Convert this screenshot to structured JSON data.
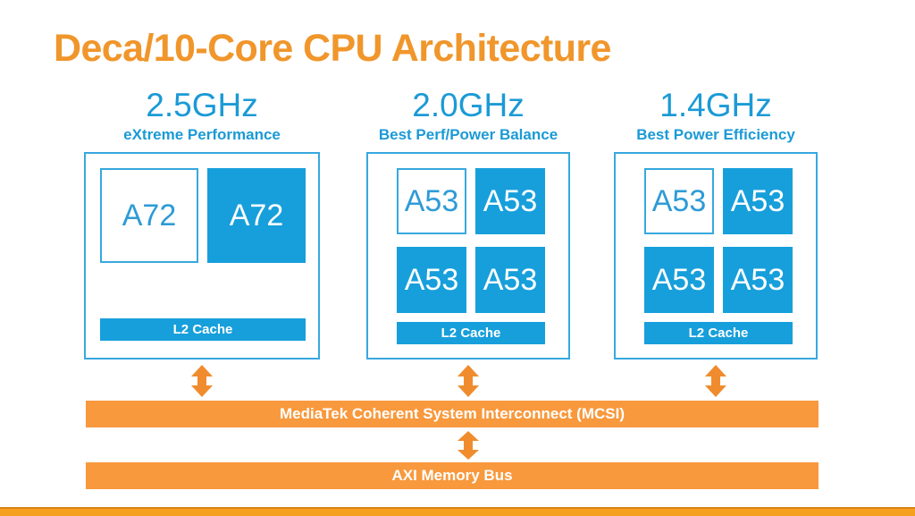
{
  "slide": {
    "title": "Deca/10-Core CPU Architecture",
    "colors": {
      "title_orange": "#F0962B",
      "core_blue": "#179FDB",
      "outline_blue": "#37A8DF",
      "heading_blue": "#1B9AD6",
      "bus_orange": "#F8993D",
      "stripe_orange": "#F5A11F",
      "background": "#FFFFFF"
    }
  },
  "clusters": [
    {
      "frequency": "2.5GHz",
      "subtitle": "eXtreme Performance",
      "cores": [
        {
          "label": "A72",
          "style": "outline"
        },
        {
          "label": "A72",
          "style": "filled"
        }
      ],
      "cache": "L2 Cache",
      "arrow_to_bus": "double-arrow-vertical"
    },
    {
      "frequency": "2.0GHz",
      "subtitle": "Best Perf/Power Balance",
      "cores": [
        {
          "label": "A53",
          "style": "outline"
        },
        {
          "label": "A53",
          "style": "filled"
        },
        {
          "label": "A53",
          "style": "filled"
        },
        {
          "label": "A53",
          "style": "filled"
        }
      ],
      "cache": "L2 Cache",
      "arrow_to_bus": "double-arrow-vertical"
    },
    {
      "frequency": "1.4GHz",
      "subtitle": "Best Power Efficiency",
      "cores": [
        {
          "label": "A53",
          "style": "outline"
        },
        {
          "label": "A53",
          "style": "filled"
        },
        {
          "label": "A53",
          "style": "filled"
        },
        {
          "label": "A53",
          "style": "filled"
        }
      ],
      "cache": "L2 Cache",
      "arrow_to_bus": "double-arrow-vertical"
    }
  ],
  "buses": {
    "interconnect": "MediaTek Coherent System Interconnect (MCSI)",
    "memory": "AXI Memory Bus",
    "link_arrow": "double-arrow-vertical"
  }
}
